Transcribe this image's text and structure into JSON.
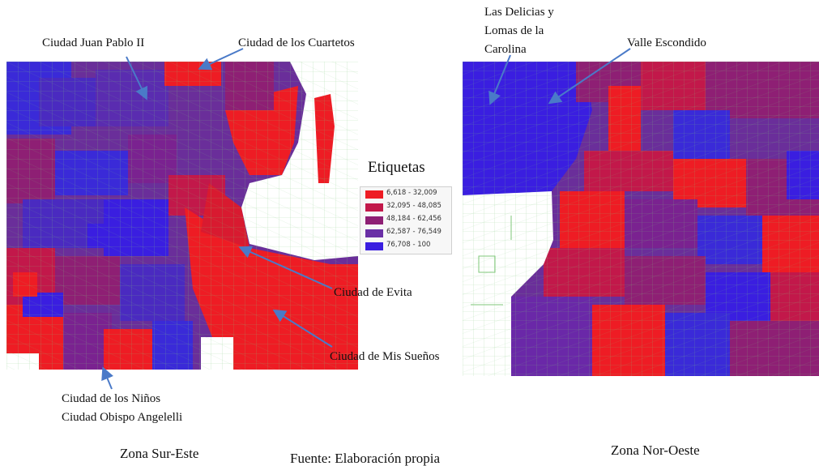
{
  "annotations": {
    "juan_pablo": "Ciudad Juan Pablo II",
    "cuartetos": "Ciudad de los Cuartetos",
    "delicias_1": "Las Delicias y",
    "delicias_2": "Lomas de la",
    "delicias_3": "Carolina",
    "valle": "Valle Escondido",
    "evita": "Ciudad de Evita",
    "mis_suenos": "Ciudad de Mis Sueños",
    "ninos": "Ciudad de los Niños",
    "angelelli": "Ciudad Obispo Angelelli"
  },
  "legend": {
    "title": "Etiquetas",
    "items": [
      {
        "label": "6,618 - 32,009",
        "color": "#ee1c24"
      },
      {
        "label": "32,095 - 48,085",
        "color": "#c2184a"
      },
      {
        "label": "48,184 - 62,456",
        "color": "#8e1f74"
      },
      {
        "label": "62,587 - 76,549",
        "color": "#6a2fa6"
      },
      {
        "label": "76,708 - 100",
        "color": "#3a1ee0"
      }
    ]
  },
  "captions": {
    "left": "Zona Sur-Este",
    "source": "Fuente: Elaboración propia",
    "right": "Zona Nor-Oeste"
  },
  "colors": {
    "red": "#ee1c24",
    "purple": "#7a2290",
    "blue": "#3a1ee0",
    "boundary": "#7fc77a",
    "arrow": "#4a7ac8"
  }
}
